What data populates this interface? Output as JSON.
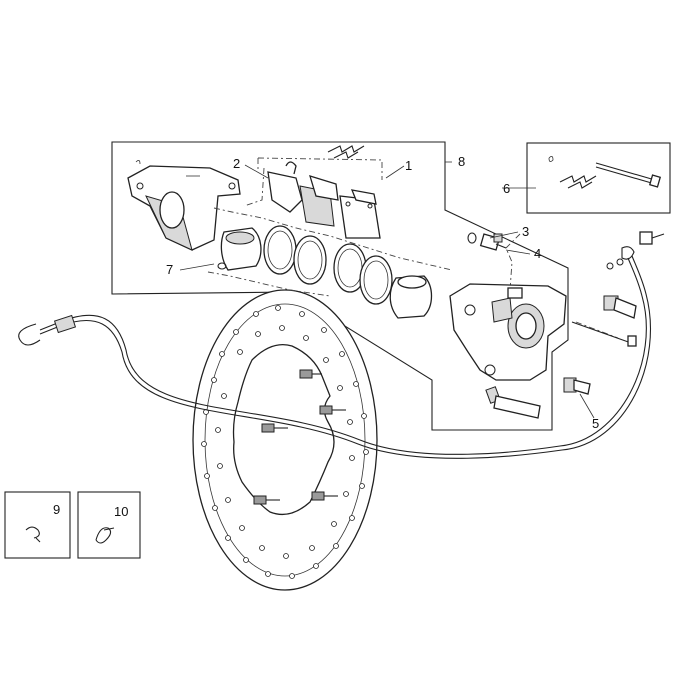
{
  "callouts": {
    "c1": "1",
    "c2": "2",
    "c3": "3",
    "c4": "4",
    "c5": "5",
    "c6": "6",
    "c7": "7",
    "c8": "8",
    "c9": "9",
    "c10": "10"
  },
  "icons": [
    "brake-disc-icon",
    "caliper-icon",
    "brake-pad-icon",
    "piston-icon",
    "seal-ring-icon",
    "brake-hose-icon",
    "bolt-icon",
    "pin-icon",
    "clip-icon",
    "spring-icon",
    "bleed-screw-icon"
  ]
}
